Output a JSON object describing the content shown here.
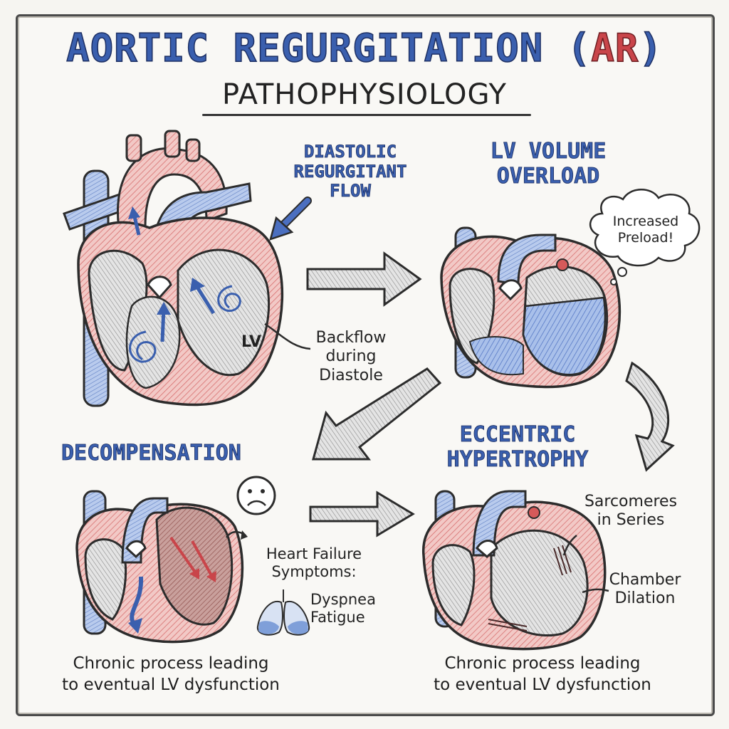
{
  "header": {
    "title_main": "AORTIC REGURGITATION (",
    "title_abbrev": "AR",
    "title_close": ")",
    "subtitle": "PATHOPHYSIOLOGY"
  },
  "panels": {
    "diastolic": {
      "heading_line1": "DIASTOLIC",
      "heading_line2": "REGURGITANT",
      "heading_line3": "FLOW",
      "chamber_label": "LV",
      "note_line1": "Backflow",
      "note_line2": "during",
      "note_line3": "Diastole"
    },
    "volume_overload": {
      "heading_line1": "LV VOLUME",
      "heading_line2": "OVERLOAD",
      "bubble_line1": "Increased",
      "bubble_line2": "Preload!"
    },
    "eccentric": {
      "heading_line1": "ECCENTRIC",
      "heading_line2": "HYPERTROPHY",
      "note1_line1": "Sarcomeres",
      "note1_line2": "in Series",
      "note2_line1": "Chamber",
      "note2_line2": "Dilation",
      "caption_line1": "Chronic process leading",
      "caption_line2": "to eventual LV dysfunction"
    },
    "decompensation": {
      "heading": "DECOMPENSATION",
      "symptoms_line1": "Heart Failure",
      "symptoms_line2": "Symptoms:",
      "symptom1": "Dyspnea",
      "symptom2": "Fatigue",
      "caption_line1": "Chronic process leading",
      "caption_line2": "to eventual LV dysfunction"
    }
  },
  "icons": {
    "sad_face": "sad-face-icon",
    "lungs": "lungs-icon",
    "arrows": "flow-arrow-icon"
  },
  "colors": {
    "blue": "#3a5fae",
    "red": "#c9454a",
    "ink": "#222222"
  }
}
